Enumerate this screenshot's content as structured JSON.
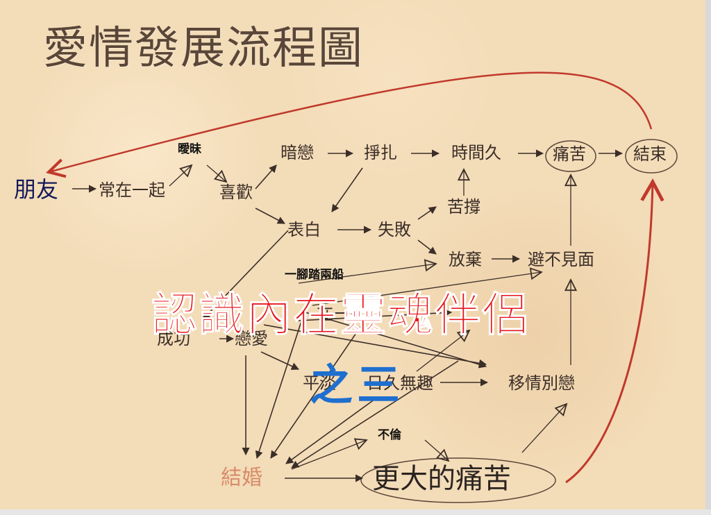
{
  "title": "愛情發展流程圖",
  "nodes": {
    "friend": "朋友",
    "always_together": "常在一起",
    "ambiguous": "曖昧",
    "like": "喜歡",
    "secret_love": "暗戀",
    "struggle": "掙扎",
    "long_time": "時間久",
    "pain": "痛苦",
    "end": "結束",
    "endure": "苦撐",
    "confess": "表白",
    "fail": "失敗",
    "give_up": "放棄",
    "avoid": "避不見面",
    "two_boats": "一腳踏兩船",
    "success": "成功",
    "love": "戀愛",
    "plain": "平淡",
    "bored": "日久無趣",
    "change_heart": "移情別戀",
    "affair": "不倫",
    "marriage": "結婚",
    "bigger_pain": "更大的痛苦",
    "partial_label": "在一起"
  },
  "overlay": {
    "main": "認識內在靈魂伴侶",
    "sub": "之三"
  },
  "colors": {
    "background": "#f3dcb8",
    "text": "#3b2e28",
    "red_arrow": "#c0392b",
    "overlay_red": "#e8141a",
    "overlay_blue": "#1e6fcf"
  }
}
